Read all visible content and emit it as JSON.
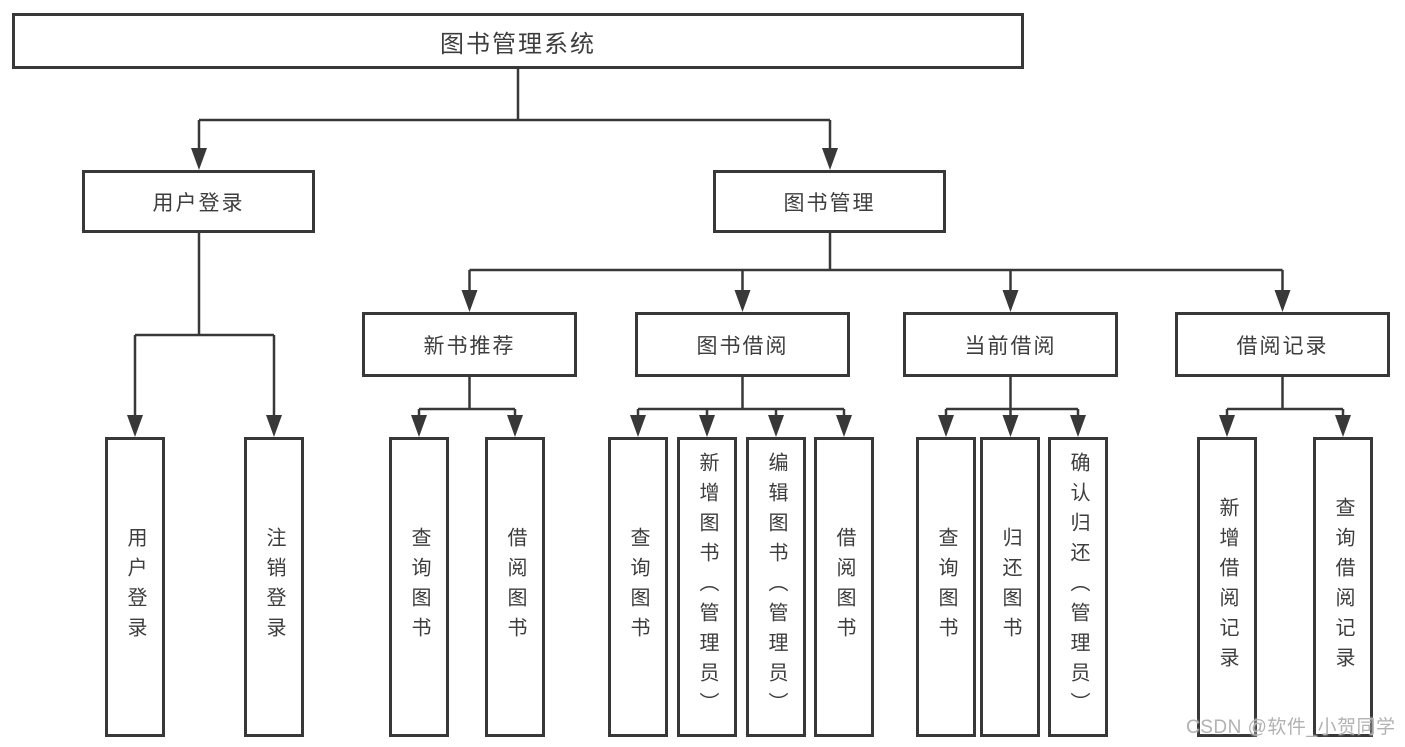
{
  "diagram": {
    "root": {
      "label": "图书管理系统",
      "children": [
        {
          "label": "用户登录",
          "children": [
            {
              "label": "用户登录"
            },
            {
              "label": "注销登录"
            }
          ]
        },
        {
          "label": "图书管理",
          "children": [
            {
              "label": "新书推荐",
              "children": [
                {
                  "label": "查询图书"
                },
                {
                  "label": "借阅图书"
                }
              ]
            },
            {
              "label": "图书借阅",
              "children": [
                {
                  "label": "查询图书"
                },
                {
                  "label": "新增图书（管理员）"
                },
                {
                  "label": "编辑图书（管理员）"
                },
                {
                  "label": "借阅图书"
                }
              ]
            },
            {
              "label": "当前借阅",
              "children": [
                {
                  "label": "查询图书"
                },
                {
                  "label": "归还图书"
                },
                {
                  "label": "确认归还（管理员）"
                }
              ]
            },
            {
              "label": "借阅记录",
              "children": [
                {
                  "label": "新增借阅记录"
                },
                {
                  "label": "查询借阅记录"
                }
              ]
            }
          ]
        }
      ]
    },
    "watermark": "CSDN @软件_小贺同学",
    "colors": {
      "line": "#383838",
      "text": "#3d3d3d",
      "background": "#ffffff",
      "watermark": "#b2b2b2"
    }
  }
}
